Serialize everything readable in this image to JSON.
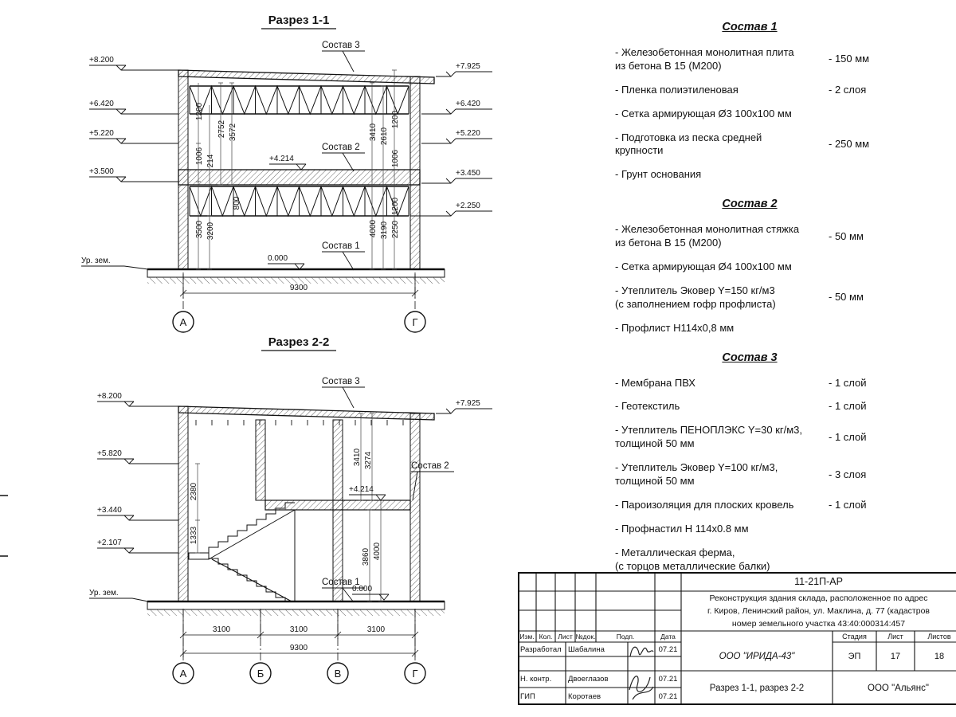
{
  "s1": {
    "title": "Разрез 1-1",
    "elevL": [
      "+8.200",
      "+6.420",
      "+5.220",
      "+3.500"
    ],
    "groundL": "Ур. зем.",
    "elevR": [
      "+7.925",
      "+6.420",
      "+5.220",
      "+3.450",
      "+2.250"
    ],
    "lvl4214": "+4.214",
    "lvl0": "0.000",
    "sostav1": "Состав 1",
    "sostav2": "Состав 2",
    "sostav3": "Состав 3",
    "dims": {
      "d1200a": "1200",
      "d1006a": "1006",
      "d214": "214",
      "d2752": "2752",
      "d3572": "3572",
      "d3500": "3500",
      "d3200": "3200",
      "d800": "800",
      "d3410": "3410",
      "d2610": "2610",
      "d1200b": "1200",
      "d1006b": "1006",
      "d1200c": "1200",
      "d2250": "2250",
      "d3190": "3190",
      "d4000": "4000",
      "total": "9300"
    },
    "axisA": "А",
    "axisG": "Г"
  },
  "s2": {
    "title": "Разрез 2-2",
    "elevL": [
      "+8.200",
      "+5.820",
      "+3.440",
      "+2.107"
    ],
    "groundL": "Ур. зем.",
    "elevR": "+7.925",
    "lvl4214": "+4.214",
    "lvl0": "0.000",
    "sostav1": "Состав 1",
    "sostav2": "Состав 2",
    "sostav3": "Состав 3",
    "dims": {
      "d2380": "2380",
      "d1333": "1333",
      "d3410": "3410",
      "d3274": "3274",
      "d3860": "3860",
      "d4000": "4000",
      "d3100a": "3100",
      "d3100b": "3100",
      "d3100c": "3100",
      "total": "9300"
    },
    "axes": [
      "А",
      "Б",
      "В",
      "Г"
    ]
  },
  "comp1": {
    "title": "Состав 1",
    "items": [
      {
        "text": "- Железобетонная  монолитная плита\n  из бетона В 15 (М200)",
        "qty": "- 150 мм"
      },
      {
        "text": "- Пленка полиэтиленовая",
        "qty": "-  2 слоя"
      },
      {
        "text": "- Сетка армирующая Ø3 100х100 мм",
        "qty": ""
      },
      {
        "text": "- Подготовка из песка средней\n  крупности",
        "qty": "- 250 мм"
      },
      {
        "text": "- Грунт основания",
        "qty": ""
      }
    ]
  },
  "comp2": {
    "title": "Состав 2",
    "items": [
      {
        "text": "- Железобетонная  монолитная стяжка\n  из бетона В 15 (М200)",
        "qty": "- 50 мм"
      },
      {
        "text": "- Сетка армирующая Ø4 100х100 мм",
        "qty": ""
      },
      {
        "text": "- Утеплитель Эковер Y=150 кг/м3\n  (с заполнением гофр профлиста)",
        "qty": "- 50 мм"
      },
      {
        "text": "- Профлист Н114х0,8 мм",
        "qty": ""
      }
    ]
  },
  "comp3": {
    "title": "Состав 3",
    "items": [
      {
        "text": "- Мембрана ПВХ",
        "qty": "- 1 слой"
      },
      {
        "text": "- Геотекстиль",
        "qty": "- 1 слой"
      },
      {
        "text": "- Утеплитель ПЕНОПЛЭКС Y=30 кг/м3,\n  толщиной 50 мм",
        "qty": "- 1 слой"
      },
      {
        "text": "- Утеплитель Эковер Y=100 кг/м3,\n  толщиной 50 мм",
        "qty": "- 3 слоя"
      },
      {
        "text": "- Пароизоляция для плоских кровель",
        "qty": "- 1 слой"
      },
      {
        "text": "- Профнастил Н 114х0.8 мм",
        "qty": ""
      },
      {
        "text": "- Металлическая ферма,\n  (с торцов металлические балки)",
        "qty": ""
      }
    ]
  },
  "sheet": {
    "code": "11-21П-АР",
    "project_line1": "Реконструкция здания склада, расположенное по адрес",
    "project_line2": "г. Киров, Ленинский район, ул. Маклина, д. 77 (кадастров",
    "project_line3": "номер земельного участка 43:40:000314:457",
    "org": "ООО \"ИРИДА-43\"",
    "sheet_title": "Разрез 1-1, разрез 2-2",
    "client": "ООО \"Альянс\"",
    "stage_label": "Стадия",
    "sheet_label": "Лист",
    "sheets_label": "Листов",
    "stage": "ЭП",
    "sheet_no": "17",
    "sheets_total": "18",
    "cols": {
      "izm": "Изм.",
      "kol": "Кол.",
      "list": "Лист",
      "ndok": "№док.",
      "podp": "Подп.",
      "data": "Дата"
    },
    "rows": [
      {
        "role": "Разработал",
        "name": "Шабалина",
        "date": "07.21"
      },
      {
        "role": "Н. контр.",
        "name": "Двоеглазов",
        "date": "07.21"
      },
      {
        "role": "ГИП",
        "name": "Коротаев",
        "date": "07.21"
      }
    ]
  }
}
